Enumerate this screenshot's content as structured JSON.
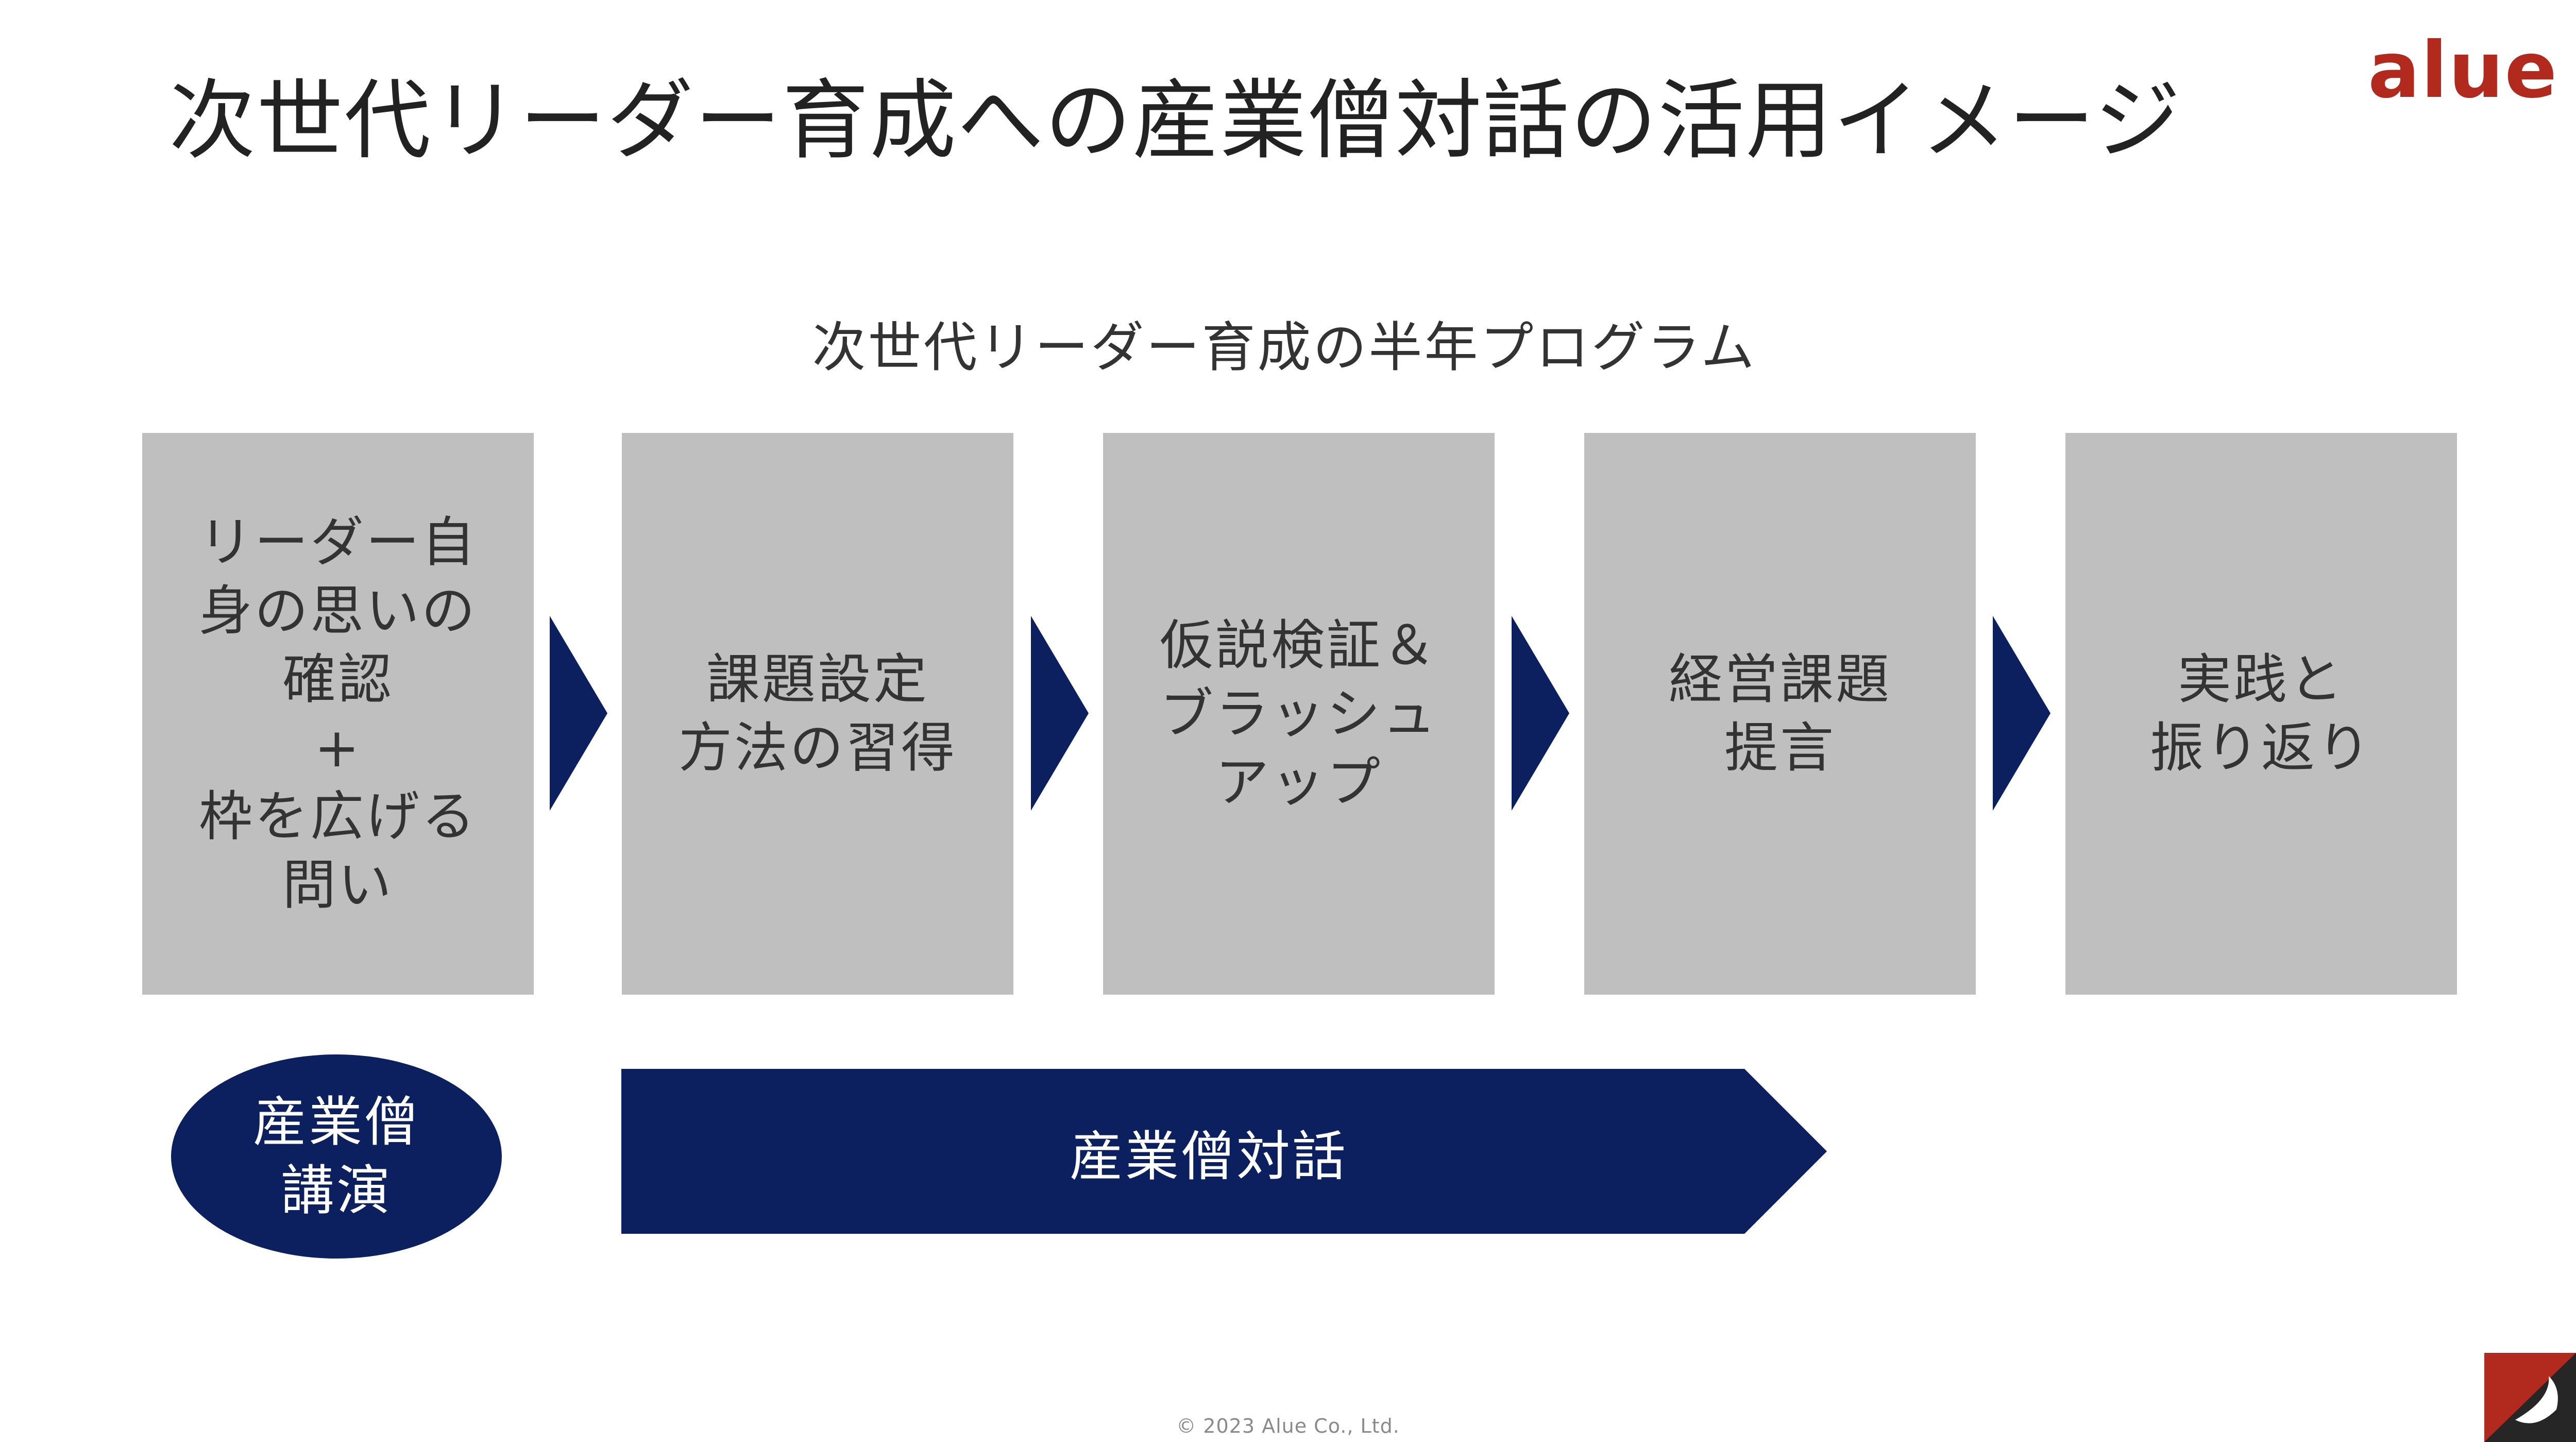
{
  "header": {
    "title": "次世代リーダー育成への産業僧対話の活用イメージ",
    "logo_text": "alue"
  },
  "program": {
    "title": "次世代リーダー育成の半年プログラム",
    "steps": [
      {
        "label": "リーダー自\n身の思いの\n確認\n+\n枠を広げる\n問い"
      },
      {
        "label": "課題設定\n方法の習得"
      },
      {
        "label": "仮説検証＆\nブラッシュ\nアップ"
      },
      {
        "label": "経営課題\n提言"
      },
      {
        "label": "実践と\n振り返り"
      }
    ]
  },
  "lecture": {
    "label": "産業僧\n講演"
  },
  "dialogue": {
    "label": "産業僧対話"
  },
  "footer": {
    "copyright": "© 2023 Alue Co., Ltd.",
    "corner_icon": "brand-corner-icon"
  },
  "colors": {
    "brand_red": "#b22a1e",
    "navy": "#0c2060",
    "step_gray": "#bfbfbf",
    "text": "#222222",
    "footer_text": "#8a8a8a",
    "corner_dark": "#262626"
  }
}
